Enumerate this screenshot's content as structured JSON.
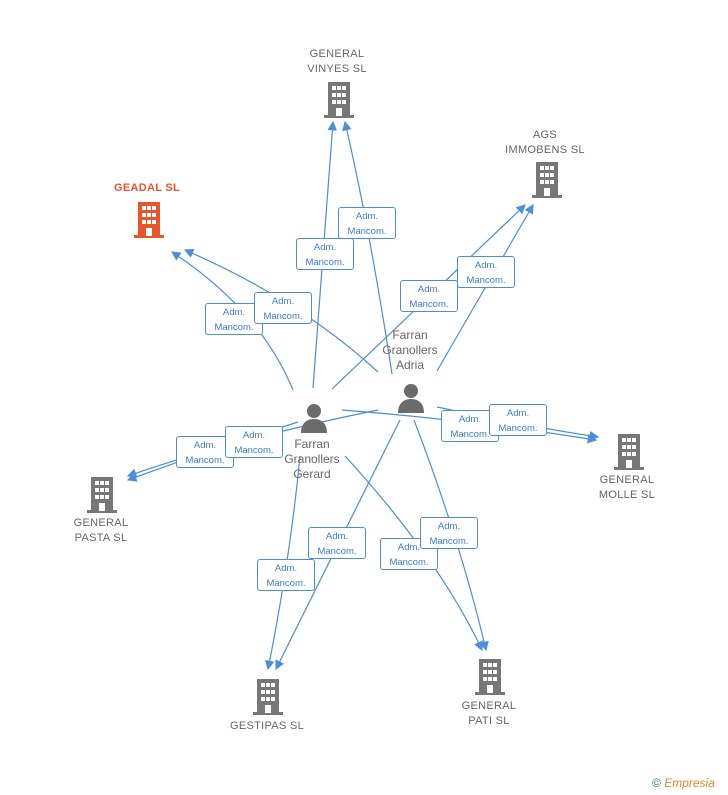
{
  "companies": {
    "vinyes": {
      "label": "GENERAL\nVINYES  SL",
      "color": "#777777"
    },
    "ags": {
      "label": "AGS\nIMMOBENS  SL",
      "color": "#777777"
    },
    "geadal": {
      "label": "GEADAL  SL",
      "color": "#e8552a"
    },
    "molle": {
      "label": "GENERAL\nMOLLE  SL",
      "color": "#777777"
    },
    "pasta": {
      "label": "GENERAL\nPASTA SL",
      "color": "#777777"
    },
    "gestipas": {
      "label": "GESTIPAS  SL",
      "color": "#777777"
    },
    "pati": {
      "label": "GENERAL\nPATI  SL",
      "color": "#777777"
    }
  },
  "people": {
    "adria": {
      "label": "Farran\nGranollers\nAdria"
    },
    "gerard": {
      "label": "Farran\nGranollers\nGerard"
    }
  },
  "edge_label": "Adm.\nMancom.",
  "edge_color": "#4a8fd8",
  "footer": {
    "copyright": "©",
    "brand": "Empresia"
  }
}
